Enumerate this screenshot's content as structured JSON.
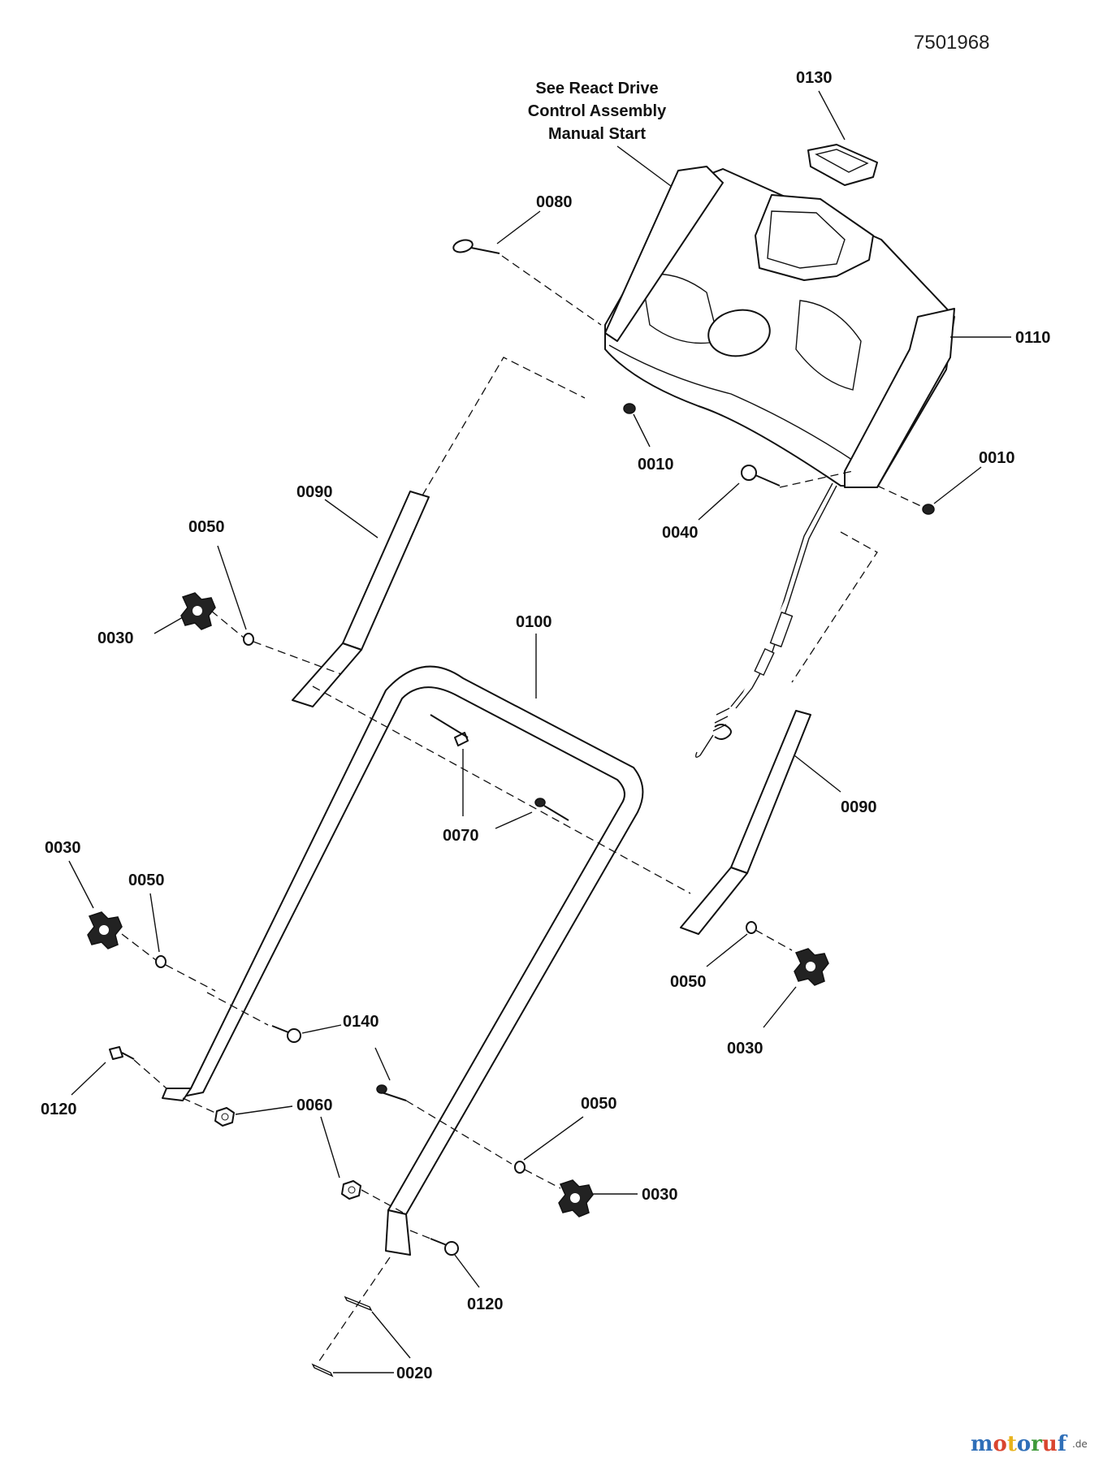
{
  "drawing_number": "7501968",
  "note": {
    "lines": [
      "See React Drive",
      "Control Assembly",
      "Manual Start"
    ]
  },
  "labels": {
    "p0130": "0130",
    "p0080": "0080",
    "p0110": "0110",
    "p0010a": "0010",
    "p0010b": "0010",
    "p0040": "0040",
    "p0090a": "0090",
    "p0090b": "0090",
    "p0050a": "0050",
    "p0050b": "0050",
    "p0050c": "0050",
    "p0050d": "0050",
    "p0030a": "0030",
    "p0030b": "0030",
    "p0030c": "0030",
    "p0030d": "0030",
    "p0100": "0100",
    "p0070": "0070",
    "p0140": "0140",
    "p0120a": "0120",
    "p0120b": "0120",
    "p0060": "0060",
    "p0020": "0020"
  },
  "watermark": {
    "letters": [
      "m",
      "o",
      "t",
      "o",
      "r",
      "u",
      "f"
    ],
    "letter_colors": [
      "#2f6fb8",
      "#d9452f",
      "#e8b31c",
      "#2f6fb8",
      "#3f9a3a",
      "#d9452f",
      "#2f6fb8"
    ],
    "suffix": ".de"
  }
}
